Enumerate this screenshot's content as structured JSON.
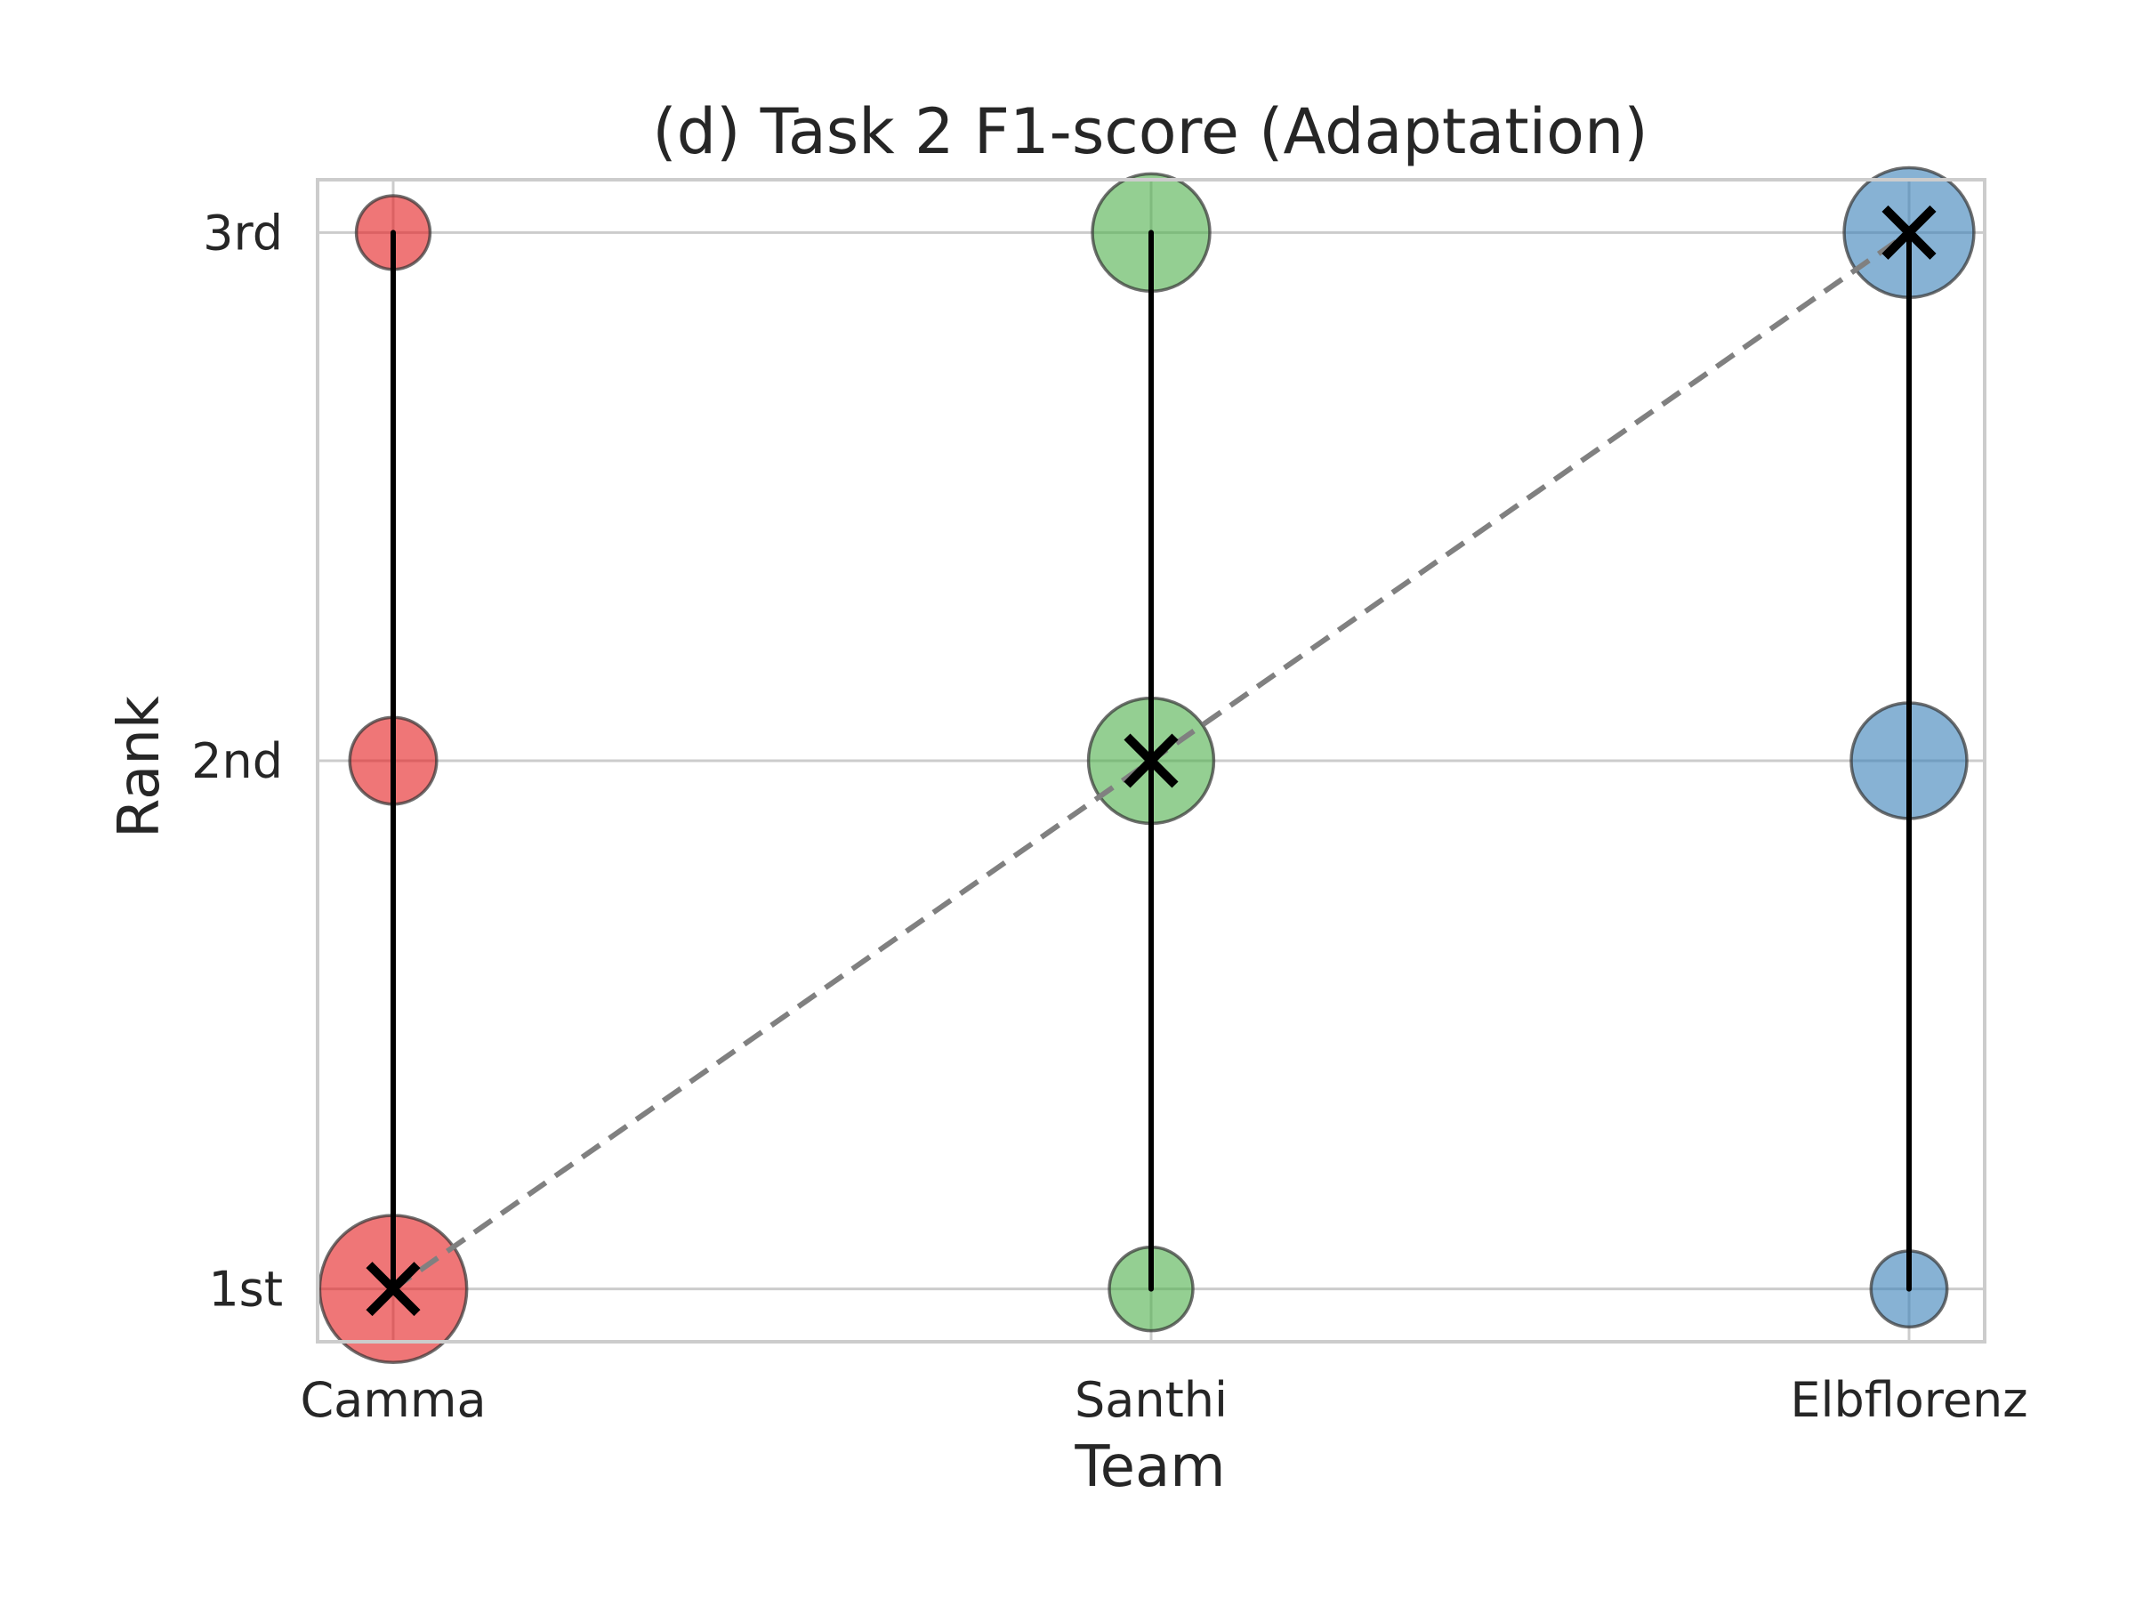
{
  "chart_data": {
    "type": "scatter",
    "title": "(d) Task 2 F1-score (Adaptation)",
    "xlabel": "Team",
    "ylabel": "Rank",
    "categories": [
      "Camma",
      "Santhi",
      "Elbflorenz"
    ],
    "y_ticks": [
      {
        "value": 1,
        "label": "1st"
      },
      {
        "value": 2,
        "label": "2nd"
      },
      {
        "value": 3,
        "label": "3rd"
      }
    ],
    "ylim": [
      0.9,
      3.1
    ],
    "grid": true,
    "legend": "none",
    "series": [
      {
        "category": "Camma",
        "color": "#e41a1c",
        "points": [
          {
            "rank": 1,
            "frequency": 0.83
          },
          {
            "rank": 2,
            "frequency": 0.12
          },
          {
            "rank": 3,
            "frequency": 0.05
          }
        ],
        "expected_rank": 1
      },
      {
        "category": "Santhi",
        "color": "#4daf4a",
        "points": [
          {
            "rank": 1,
            "frequency": 0.1
          },
          {
            "rank": 2,
            "frequency": 0.5
          },
          {
            "rank": 3,
            "frequency": 0.4
          }
        ],
        "expected_rank": 2
      },
      {
        "category": "Elbflorenz",
        "color": "#377eb8",
        "points": [
          {
            "rank": 1,
            "frequency": 0.06
          },
          {
            "rank": 2,
            "frequency": 0.38
          },
          {
            "rank": 3,
            "frequency": 0.56
          }
        ],
        "expected_rank": 3
      }
    ],
    "trend_line": {
      "style": "dashed",
      "color": "#808080"
    },
    "range_line_color": "#000000",
    "marker_color": "#000000"
  }
}
